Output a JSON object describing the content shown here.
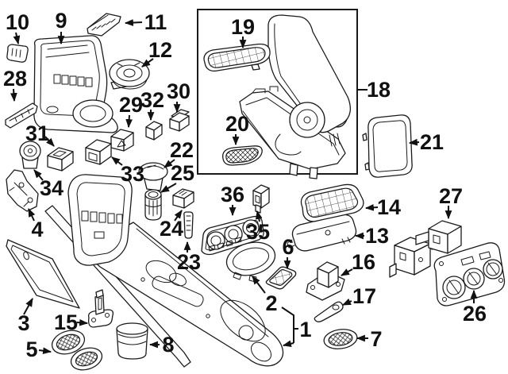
{
  "diagram": {
    "kind": "exploded-parts-diagram",
    "subject": "vehicle center console assembly",
    "background_color": "#ffffff",
    "line_color": "#1a1a1a",
    "label_color": "#111111",
    "has_inset_box": true,
    "callout_count": 36
  },
  "callouts": {
    "c1": "1",
    "c2": "2",
    "c3": "3",
    "c4": "4",
    "c5": "5",
    "c6": "6",
    "c7": "7",
    "c8": "8",
    "c9": "9",
    "c10": "10",
    "c11": "11",
    "c12": "12",
    "c13": "13",
    "c14": "14",
    "c15": "15",
    "c16": "16",
    "c17": "17",
    "c18": "18",
    "c19": "19",
    "c20": "20",
    "c21": "21",
    "c22": "22",
    "c23": "23",
    "c24": "24",
    "c25": "25",
    "c26": "26",
    "c27": "27",
    "c28": "28",
    "c29": "29",
    "c30": "30",
    "c31": "31",
    "c32": "32",
    "c33": "33",
    "c34": "34",
    "c35": "35",
    "c36": "36"
  }
}
